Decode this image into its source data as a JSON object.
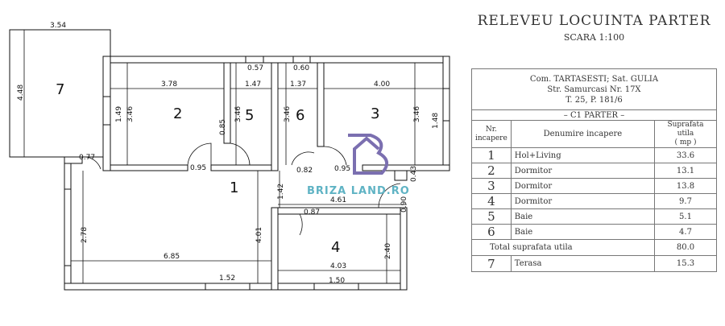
{
  "title": "RELEVEU LOCUINTA PARTER",
  "scale": "SCARA 1:100",
  "location": {
    "line1": "Com. TARTASESTI; Sat. GULIA",
    "line2": "Str. Samurcasi Nr. 17X",
    "line3": "T. 25, P. 181/6"
  },
  "section": "– C1 PARTER –",
  "headers": {
    "nr_line1": "Nr.",
    "nr_line2": "incapere",
    "name": "Denumire incapere",
    "area_line1": "Suprafata utila",
    "area_line2": "( mp )"
  },
  "rooms": [
    {
      "nr": "1",
      "name": "Hol+Living",
      "area": "33.6"
    },
    {
      "nr": "2",
      "name": "Dormitor",
      "area": "13.1"
    },
    {
      "nr": "3",
      "name": "Dormitor",
      "area": "13.8"
    },
    {
      "nr": "4",
      "name": "Dormitor",
      "area": "9.7"
    },
    {
      "nr": "5",
      "name": "Baie",
      "area": "5.1"
    },
    {
      "nr": "6",
      "name": "Baie",
      "area": "4.7"
    }
  ],
  "total": {
    "label": "Total suprafata utila",
    "area": "80.0"
  },
  "terrace": {
    "nr": "7",
    "name": "Terasa",
    "area": "15.3"
  },
  "plan_labels": [
    "1",
    "2",
    "3",
    "4",
    "5",
    "6",
    "7"
  ],
  "dimensions": [
    "3.54",
    "4.48",
    "3.78",
    "1.49",
    "3.46",
    "0.85",
    "1.47",
    "0.57",
    "3.46",
    "0.60",
    "1.37",
    "3.46",
    "4.00",
    "3.46",
    "1.48",
    "0.77",
    "0.95",
    "0.82",
    "0.95",
    "0.43",
    "0.90",
    "1.42",
    "4.61",
    "0.87",
    "2.78",
    "4.01",
    "6.85",
    "2.40",
    "4.03",
    "1.52",
    "1.50"
  ],
  "watermark": {
    "text": "BRIZA LAND.RO",
    "color": "#5fb3c4",
    "logo_color": "#7b6fb0"
  }
}
